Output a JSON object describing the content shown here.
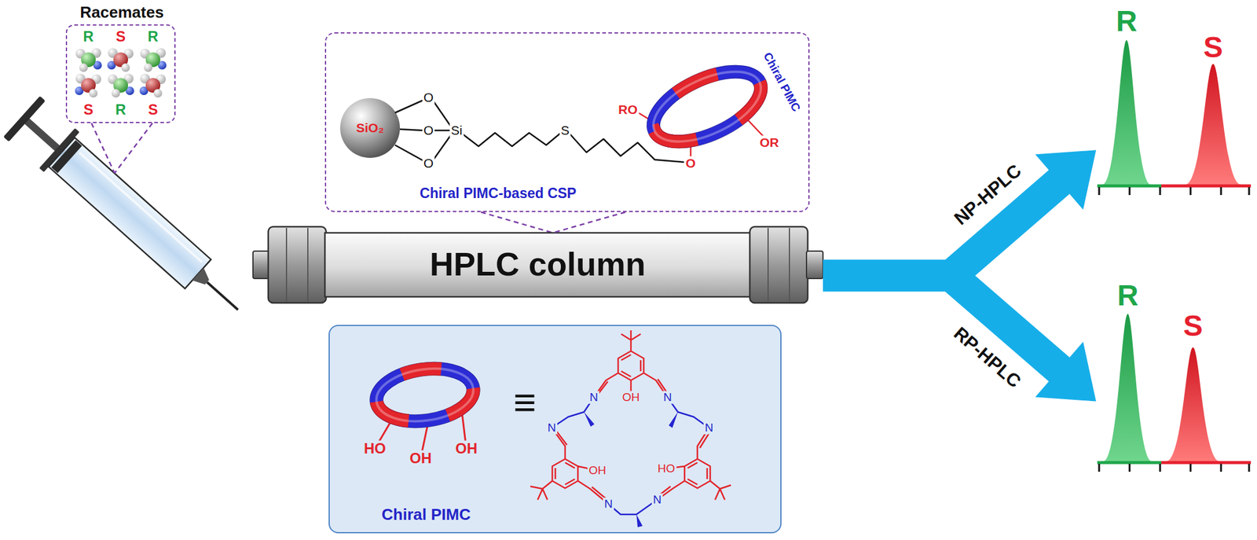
{
  "diagram": {
    "nodes": [
      {
        "text": [
          "Racemates"
        ]
      },
      {
        "text": [
          "Chiral PIMC-based CSP"
        ]
      },
      {
        "text": [
          "HPLC column"
        ]
      },
      {
        "text": [
          "Chiral PIMC"
        ]
      },
      {
        "text": [
          "R",
          "S"
        ]
      },
      {
        "text": [
          "R",
          "S"
        ]
      }
    ],
    "edges": [
      {
        "from": 1,
        "to": 2,
        "arrow": "none"
      },
      {
        "from": 2,
        "to": 4,
        "label": "NP-HPLC",
        "arrow": "to"
      },
      {
        "from": 2,
        "to": 5,
        "label": "RP-HPLC",
        "arrow": "to"
      }
    ],
    "labels": [
      "R",
      "S",
      "R",
      "S",
      "R",
      "S",
      "SiO₂",
      "O",
      "O",
      "O",
      "Si",
      "S",
      "RO",
      "O",
      "OR",
      "Chiral PIMC",
      "HO",
      "OH",
      "OH",
      "≡",
      "OH",
      "N",
      "N",
      "N",
      "N",
      "N",
      "N",
      "OH",
      "HO"
    ]
  }
}
